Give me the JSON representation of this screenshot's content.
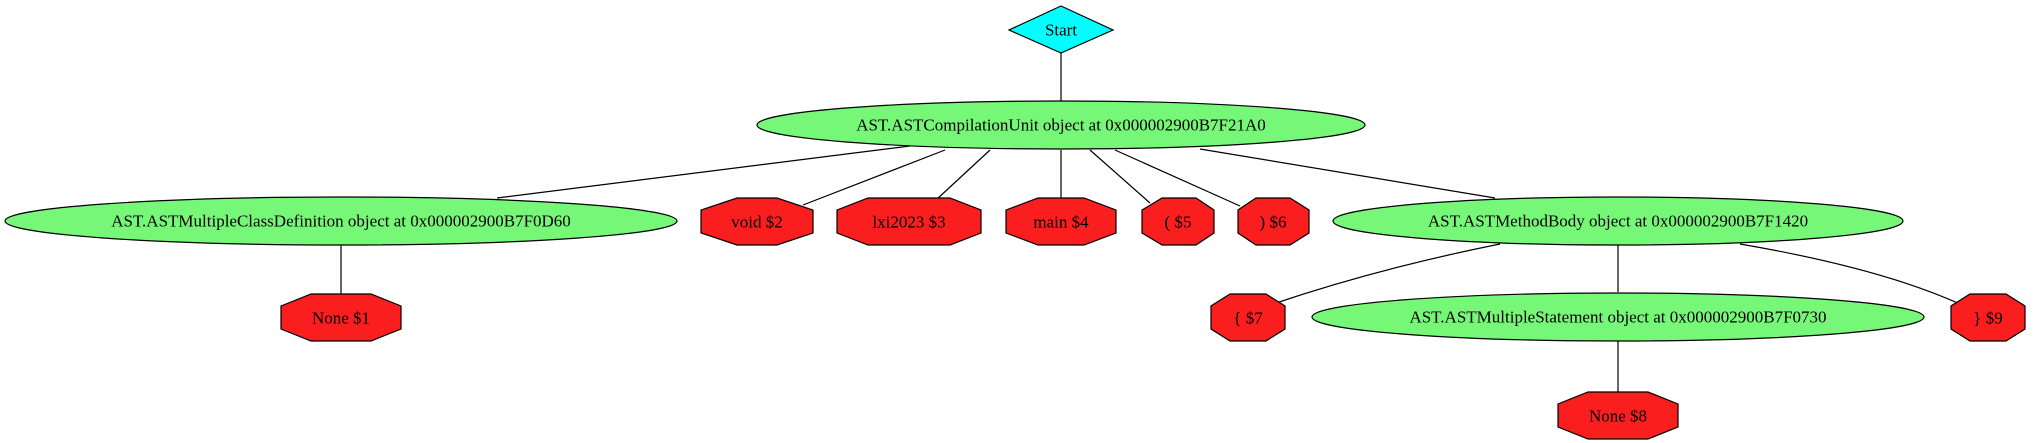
{
  "diagram": {
    "colors": {
      "start": "#00ffff",
      "ast_node": "#77f777",
      "token_node": "#fa1e1e",
      "edge": "#000000"
    },
    "nodes": {
      "start": "Start",
      "compilation_unit": "AST.ASTCompilationUnit object at 0x000002900B7F21A0",
      "multiple_class_definition": "AST.ASTMultipleClassDefinition object at 0x000002900B7F0D60",
      "none_1": "None $1",
      "void_2": "void $2",
      "lxi2023_3": "lxi2023 $3",
      "main_4": "main $4",
      "lparen_5": "( $5",
      "rparen_6": ") $6",
      "method_body": "AST.ASTMethodBody object at 0x000002900B7F1420",
      "lbrace_7": "{ $7",
      "multiple_statement": "AST.ASTMultipleStatement object at 0x000002900B7F0730",
      "none_8": "None $8",
      "rbrace_9": "} $9"
    }
  }
}
